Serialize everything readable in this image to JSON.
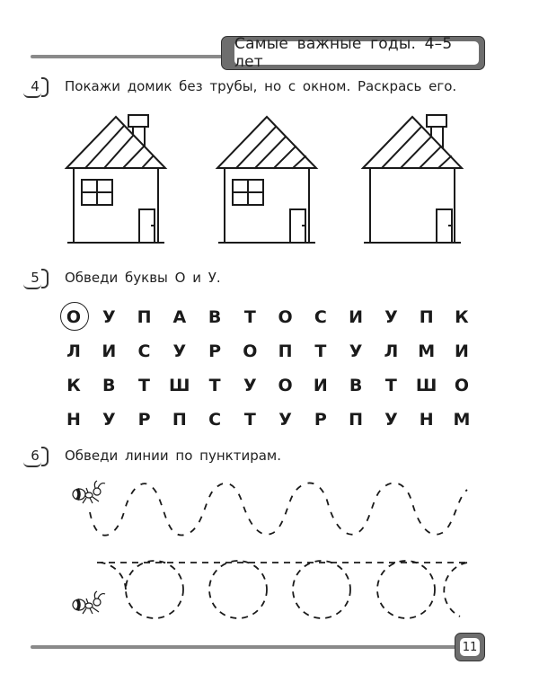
{
  "header": {
    "title": "Самые важные годы. 4–5 лет"
  },
  "tasks": [
    {
      "number": "4",
      "instruction": "Покажи домик без трубы, но с окном. Раскрась его.",
      "houses": [
        {
          "chimney": true,
          "window": true
        },
        {
          "chimney": false,
          "window": true
        },
        {
          "chimney": true,
          "window": false
        }
      ]
    },
    {
      "number": "5",
      "instruction": "Обведи буквы О и У.",
      "letter_rows": [
        [
          "О",
          "У",
          "П",
          "А",
          "В",
          "Т",
          "О",
          "С",
          "И",
          "У",
          "П",
          "К"
        ],
        [
          "Л",
          "И",
          "С",
          "У",
          "Р",
          "О",
          "П",
          "Т",
          "У",
          "Л",
          "М",
          "И"
        ],
        [
          "К",
          "В",
          "Т",
          "Ш",
          "Т",
          "У",
          "О",
          "И",
          "В",
          "Т",
          "Ш",
          "О"
        ],
        [
          "Н",
          "У",
          "Р",
          "П",
          "С",
          "Т",
          "У",
          "Р",
          "П",
          "У",
          "Н",
          "М"
        ]
      ],
      "example_circled": {
        "row": 0,
        "col": 0
      }
    },
    {
      "number": "6",
      "instruction": "Обведи линии по пунктирам.",
      "tracing_lines": [
        "wave-dashed",
        "loops-dashed"
      ]
    }
  ],
  "footer": {
    "page_number": "11"
  },
  "colors": {
    "badge_gray": "#6e6e6e",
    "rule_gray": "#8a8a8a",
    "ink": "#1a1a1a"
  }
}
